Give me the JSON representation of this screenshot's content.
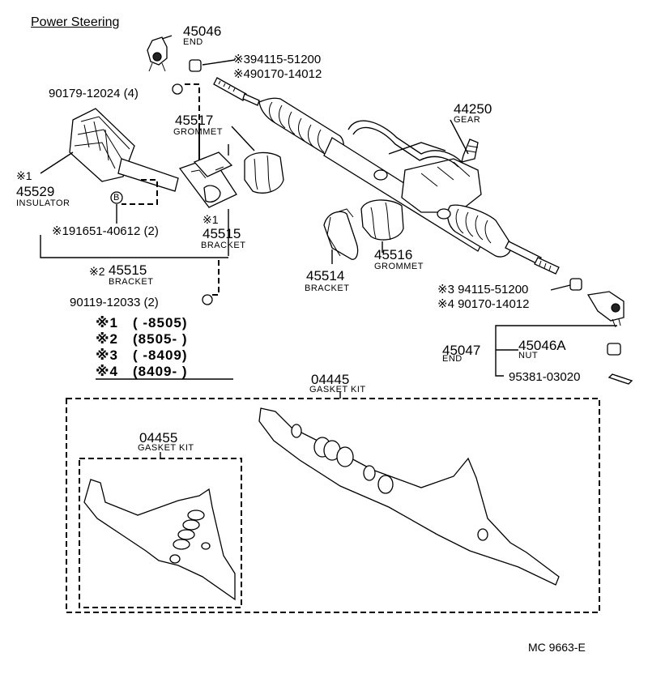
{
  "title": "Power Steering",
  "parts": {
    "p45046": {
      "number": "45046",
      "desc": "END"
    },
    "p3_94115": {
      "text": "※394115-51200"
    },
    "p4_90170": {
      "text": "※490170-14012"
    },
    "p90179": {
      "text": "90179-12024 (4)"
    },
    "p45517": {
      "number": "45517",
      "desc": "GROMMET"
    },
    "p44250": {
      "number": "44250",
      "desc": "GEAR"
    },
    "p45529": {
      "mark": "※1",
      "number": "45529",
      "desc": "INSULATOR"
    },
    "pB": {
      "text": "B"
    },
    "p91651": {
      "text": "※191651-40612 (2)"
    },
    "p45515a": {
      "mark": "※1",
      "number": "45515",
      "desc": "BRACKET"
    },
    "p45515b": {
      "mark": "※2",
      "number": "45515",
      "desc": "BRACKET"
    },
    "p45514": {
      "number": "45514",
      "desc": "BRACKET"
    },
    "p45516": {
      "number": "45516",
      "desc": "GROMMET"
    },
    "p90119": {
      "text": "90119-12033 (2)"
    },
    "p3_94115b": {
      "text": "※3 94115-51200"
    },
    "p4_90170b": {
      "text": "※4 90170-14012"
    },
    "p45047": {
      "number": "45047",
      "desc": "END"
    },
    "p45046A": {
      "number": "45046A",
      "desc": "NUT"
    },
    "p95381": {
      "text": "95381-03020"
    },
    "p04445": {
      "number": "04445",
      "desc": "GASKET KIT"
    },
    "p04455": {
      "number": "04455",
      "desc": "GASKET KIT"
    }
  },
  "notes": [
    {
      "mark": "※1",
      "text": "(       -8505)"
    },
    {
      "mark": "※2",
      "text": "(8505-        )"
    },
    {
      "mark": "※3",
      "text": "(       -8409)"
    },
    {
      "mark": "※4",
      "text": "(8409-        )"
    }
  ],
  "ref": "MC 9663-E"
}
